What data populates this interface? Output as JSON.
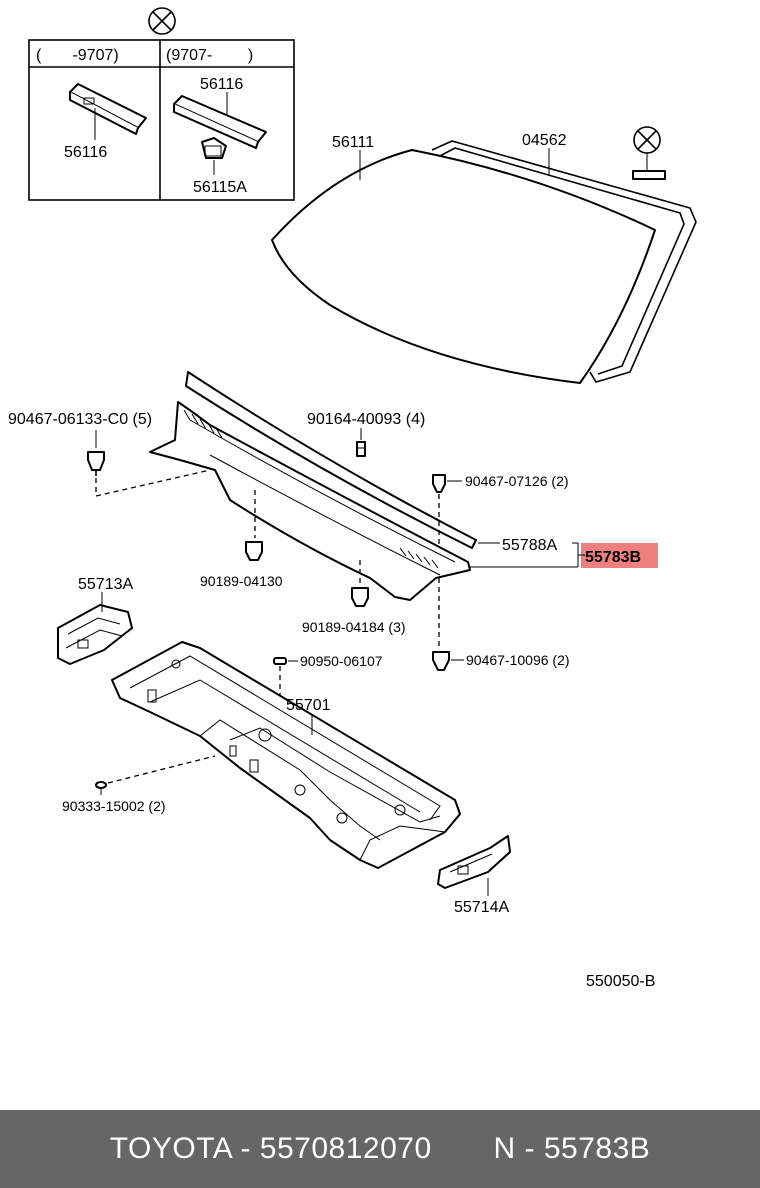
{
  "labels": {
    "range_left": "(       -9707)",
    "range_right": "(9707-        )",
    "p56116_left": "56116",
    "p56116_right": "56116",
    "p56115A": "56115A",
    "p56111": "56111",
    "p04562": "04562",
    "p90467_06133": "90467-06133-C0 (5)",
    "p90164_40093": "90164-40093 (4)",
    "p90467_07126": "90467-07126 (2)",
    "p55788A": "55788A",
    "p55783B": "55783B",
    "p90189_04130": "90189-04130",
    "p90189_04184": "90189-04184 (3)",
    "p55713A": "55713A",
    "p90950_06107": "90950-06107",
    "p90467_10096": "90467-10096 (2)",
    "p55701": "55701",
    "p90333_15002": "90333-15002 (2)",
    "p55714A": "55714A",
    "diagram_code": "550050-B"
  },
  "highlight": {
    "part": "55783B",
    "color": "#f08080",
    "text_color": "#cc0000"
  },
  "footer": {
    "text": "TOYOTA - 5570812070       N - 55783B",
    "background": "#666666",
    "text_color": "#ffffff"
  }
}
